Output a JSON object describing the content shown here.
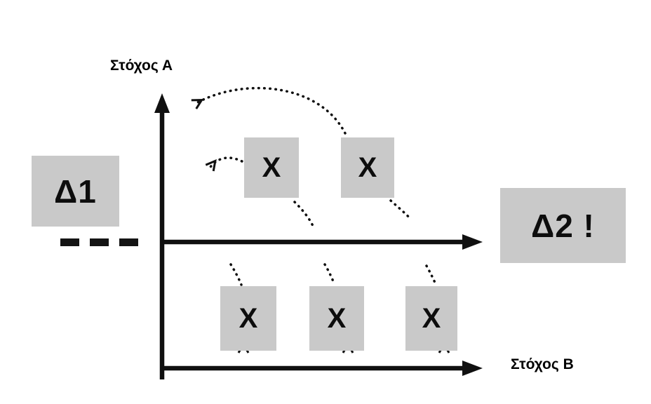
{
  "diagram": {
    "axis_a_label": "Στόχος Α",
    "axis_b_label": "Στόχος Β",
    "delta1_label": "Δ1",
    "delta2_label": "Δ2 !",
    "upper_boxes": [
      {
        "label": "X"
      },
      {
        "label": "X"
      }
    ],
    "lower_boxes": [
      {
        "label": "X"
      },
      {
        "label": "X"
      },
      {
        "label": "X"
      }
    ],
    "colors": {
      "box_gray": "#c9c9c9",
      "ink": "#101010",
      "background": "#ffffff"
    }
  }
}
